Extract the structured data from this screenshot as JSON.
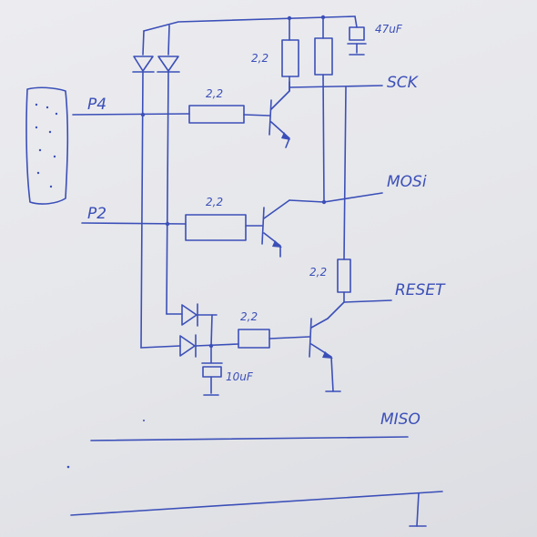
{
  "labels": {
    "sck": "SCK",
    "mosi": "MOSi",
    "reset": "RESET",
    "miso": "MISO",
    "p4": "P4",
    "p2": "P2",
    "r_sck": "2,2",
    "r_mosi": "2,2",
    "r_reset": "2,2",
    "r_pullup_reset": "2,2",
    "r_pullup_sck": "2,2",
    "cap_top": "47uF",
    "cap_bottom": "10uF"
  },
  "colors": {
    "ink": "#3b4fb8",
    "paper": "#e7e8ec"
  }
}
